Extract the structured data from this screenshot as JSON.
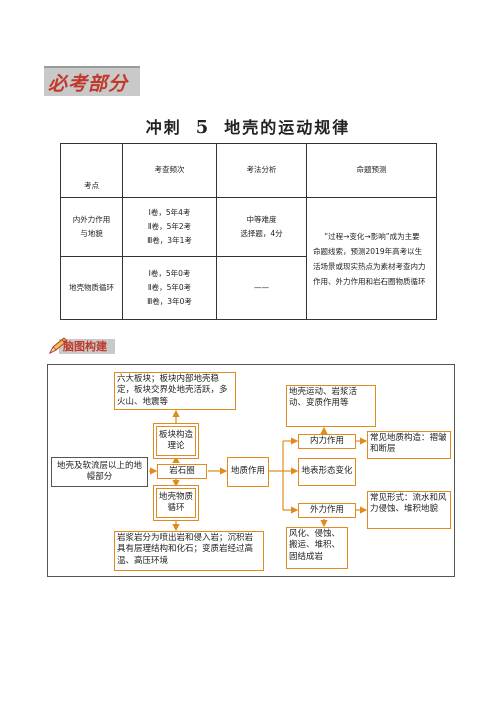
{
  "header": {
    "section_banner": "必考部分",
    "title_prefix": "冲刺",
    "title_number": "5",
    "title_text": "地壳的运动规律"
  },
  "table": {
    "headers": {
      "kaodian": "考点",
      "pinci": "考查频次",
      "fenxi": "考法分析",
      "yuce": "命题预测"
    },
    "rows": [
      {
        "kaodian": [
          "内外力作用",
          "与地貌"
        ],
        "pinci": [
          "Ⅰ卷，5年4考",
          "Ⅱ卷，5年2考",
          "Ⅲ卷，3年1考"
        ],
        "fenxi": [
          "中等难度",
          "选择题，4分"
        ]
      },
      {
        "kaodian": [
          "地壳物质循环"
        ],
        "pinci": [
          "Ⅰ卷，5年0考",
          "Ⅱ卷，5年0考",
          "Ⅲ卷，3年0考"
        ],
        "fenxi": [
          "——"
        ]
      }
    ],
    "prediction": "“过程→变化→影响”成为主要命题线索，预测2019年高考以生活场景或现实热点为素材考查内力作用、外力作用和岩石圈物质循环"
  },
  "mindmap": {
    "banner": "脑图构建",
    "nodes": {
      "plates": "六大板块；板块内部地壳稳定，板块交界处地壳活跃，多火山、地震等",
      "plate_theory": "板块构造理论",
      "lithosphere_desc": "地壳及软流层以上的地幔部分",
      "lithosphere": "岩石圈",
      "cycle": "地壳物质循环",
      "rocks": "岩浆岩分为喷出岩和侵入岩；沉积岩具有层理结构和化石；变质岩经过高温、高压环境",
      "geo_action": "地质作用",
      "internal_list": "地壳运动、岩浆活动、变质作用等",
      "internal": "内力作用",
      "landform": "地表形态变化",
      "external": "外力作用",
      "external_list": "风化、侵蚀、搬运、堆积、固结成岩",
      "structures": "常见地质构造：褶皱和断层",
      "forms": "常见形式：流水和风力侵蚀、堆积地貌"
    }
  }
}
